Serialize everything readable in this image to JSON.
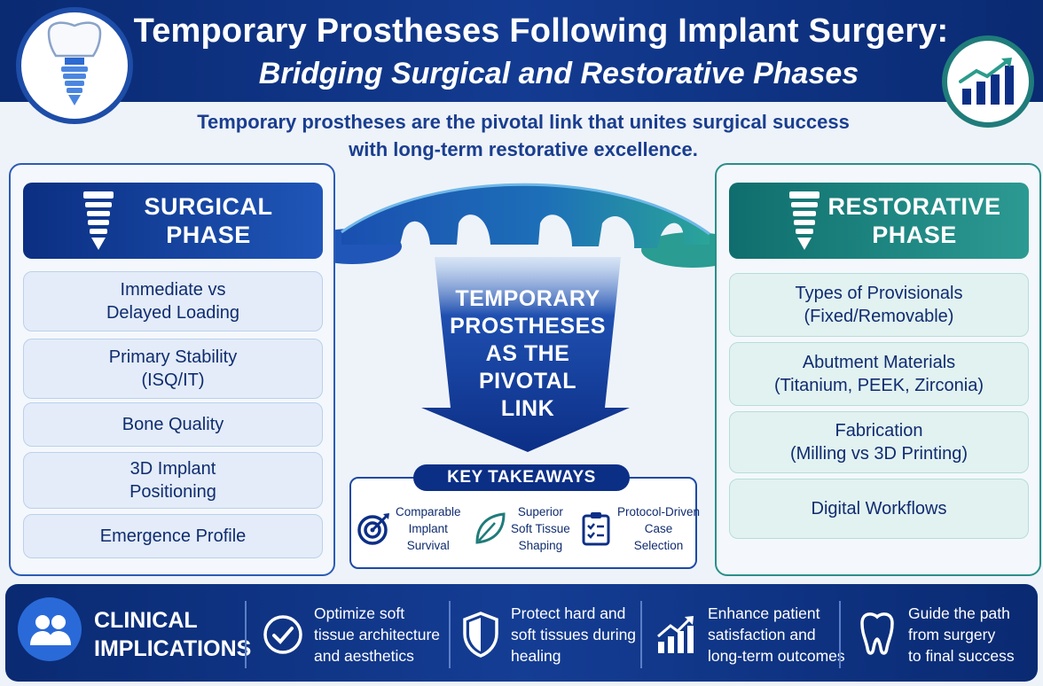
{
  "header": {
    "title": "Temporary Prostheses Following Implant Surgery:",
    "subtitle": "Bridging Surgical and Restorative Phases",
    "left_icon": "dental-implant-icon",
    "right_icon": "growth-chart-icon"
  },
  "intro": {
    "line1": "Temporary prostheses are the pivotal link that unites surgical success",
    "line2": "with long-term restorative excellence."
  },
  "surgical": {
    "title_line1": "SURGICAL",
    "title_line2": "PHASE",
    "icon": "implant-screw-icon",
    "items": [
      {
        "line1": "Immediate vs",
        "line2": "Delayed Loading"
      },
      {
        "line1": "Primary Stability",
        "line2": "(ISQ/IT)"
      },
      {
        "line1": "Bone Quality",
        "line2": ""
      },
      {
        "line1": "3D Implant",
        "line2": "Positioning"
      },
      {
        "line1": "Emergence Profile",
        "line2": ""
      }
    ]
  },
  "restorative": {
    "title_line1": "RESTORATIVE",
    "title_line2": "PHASE",
    "icon": "implant-screw-icon",
    "items": [
      {
        "line1": "Types of Provisionals",
        "line2": "(Fixed/Removable)"
      },
      {
        "line1": "Abutment Materials",
        "line2": "(Titanium, PEEK, Zirconia)"
      },
      {
        "line1": "Fabrication",
        "line2": "(Milling vs 3D Printing)"
      },
      {
        "line1": "Digital Workflows",
        "line2": ""
      }
    ]
  },
  "center": {
    "lines": [
      "TEMPORARY",
      "PROSTHESES",
      "AS THE",
      "PIVOTAL",
      "LINK"
    ]
  },
  "key_takeaways": {
    "title": "KEY TAKEAWAYS",
    "items": [
      {
        "icon": "target-icon",
        "line1": "Comparable",
        "line2": "Implant",
        "line3": "Survival"
      },
      {
        "icon": "leaf-icon",
        "line1": "Superior",
        "line2": "Soft Tissue",
        "line3": "Shaping"
      },
      {
        "icon": "checklist-icon",
        "line1": "Protocol-Driven",
        "line2": "Case",
        "line3": "Selection"
      }
    ]
  },
  "clinical": {
    "title_line1": "CLINICAL",
    "title_line2": "IMPLICATIONS",
    "icon": "people-icon",
    "items": [
      {
        "icon": "check-circle-icon",
        "line1": "Optimize soft",
        "line2": "tissue architecture",
        "line3": "and aesthetics"
      },
      {
        "icon": "shield-icon",
        "line1": "Protect hard and",
        "line2": "soft tissues during",
        "line3": "healing"
      },
      {
        "icon": "trend-up-icon",
        "line1": "Enhance patient",
        "line2": "satisfaction and",
        "line3": "long-term outcomes"
      },
      {
        "icon": "tooth-icon",
        "line1": "Guide the path",
        "line2": "from surgery",
        "line3": "to final success"
      }
    ]
  },
  "colors": {
    "navy": "#0a2a72",
    "blue": "#1f56b8",
    "teal": "#2c9a92",
    "background": "#eef3f9"
  }
}
